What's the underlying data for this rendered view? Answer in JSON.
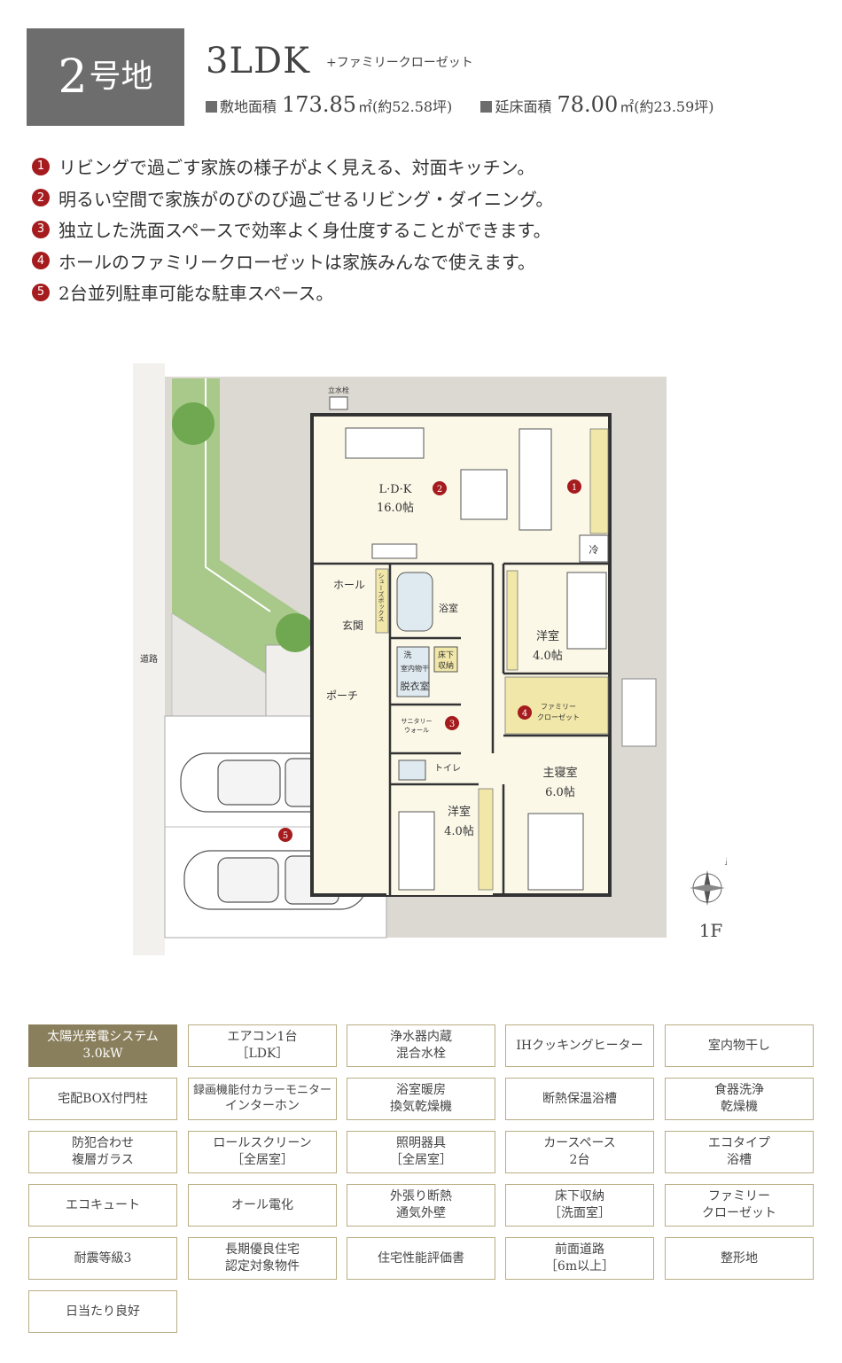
{
  "header": {
    "lot_number": "2",
    "lot_suffix": "号地",
    "layout_type": "3LDK",
    "layout_extra": "+ファミリークローゼット",
    "site_area_label": "敷地面積",
    "site_area_value": "173.85",
    "site_area_unit": "㎡(約52.58坪)",
    "floor_area_label": "延床面積",
    "floor_area_value": "78.00",
    "floor_area_unit": "㎡(約23.59坪)"
  },
  "features": [
    {
      "num": "1",
      "text": "リビングで過ごす家族の様子がよく見える、対面キッチン。"
    },
    {
      "num": "2",
      "text": "明るい空間で家族がのびのび過ごせるリビング・ダイニング。"
    },
    {
      "num": "3",
      "text": "独立した洗面スペースで効率よく身仕度することができます。"
    },
    {
      "num": "4",
      "text": "ホールのファミリークローゼットは家族みんなで使えます。"
    },
    {
      "num": "5",
      "text": "2台並列駐車可能な駐車スペース。"
    }
  ],
  "floor_plan": {
    "road": "道路",
    "faucet": "立水栓",
    "ldk_name": "L·D·K",
    "ldk_size": "16.0帖",
    "fridge": "冷",
    "hall": "ホール",
    "shoe_box": "シューズボックス",
    "entrance": "玄関",
    "porch": "ポーチ",
    "bath": "浴室",
    "wash_1": "洗",
    "wash_2": "室内物干",
    "underfloor_1": "床下",
    "underfloor_2": "収納",
    "dressing": "脱衣室",
    "sanitary_1": "サニタリー",
    "sanitary_2": "ウォール",
    "toilet": "トイレ",
    "room_a_name": "洋室",
    "room_a_size": "4.0帖",
    "closet_1": "ファミリー",
    "closet_2": "クローゼット",
    "master_name": "主寝室",
    "master_size": "6.0帖",
    "room_b_name": "洋室",
    "room_b_size": "4.0帖",
    "compass_n": "N",
    "floor_label": "1F",
    "markers": [
      "1",
      "2",
      "3",
      "4",
      "5"
    ]
  },
  "equipment": [
    {
      "l1": "太陽光発電システム",
      "l2": "3.0kW",
      "highlight": true
    },
    {
      "l1": "エアコン1台",
      "l2": "［LDK］"
    },
    {
      "l1": "浄水器内蔵",
      "l2": "混合水栓"
    },
    {
      "l1": "IHクッキングヒーター",
      "l2": ""
    },
    {
      "l1": "室内物干し",
      "l2": ""
    },
    {
      "l1": "宅配BOX付門柱",
      "l2": ""
    },
    {
      "l1": "録画機能付カラーモニター",
      "l2": "インターホン"
    },
    {
      "l1": "浴室暖房",
      "l2": "換気乾燥機"
    },
    {
      "l1": "断熱保温浴槽",
      "l2": ""
    },
    {
      "l1": "食器洗浄",
      "l2": "乾燥機"
    },
    {
      "l1": "防犯合わせ",
      "l2": "複層ガラス"
    },
    {
      "l1": "ロールスクリーン",
      "l2": "［全居室］"
    },
    {
      "l1": "照明器具",
      "l2": "［全居室］"
    },
    {
      "l1": "カースペース",
      "l2": "2台"
    },
    {
      "l1": "エコタイプ",
      "l2": "浴槽"
    },
    {
      "l1": "エコキュート",
      "l2": ""
    },
    {
      "l1": "オール電化",
      "l2": ""
    },
    {
      "l1": "外張り断熱",
      "l2": "通気外壁"
    },
    {
      "l1": "床下収納",
      "l2": "［洗面室］"
    },
    {
      "l1": "ファミリー",
      "l2": "クローゼット"
    },
    {
      "l1": "耐震等級3",
      "l2": ""
    },
    {
      "l1": "長期優良住宅",
      "l2": "認定対象物件"
    },
    {
      "l1": "住宅性能評価書",
      "l2": ""
    },
    {
      "l1": "前面道路",
      "l2": "［6m以上］"
    },
    {
      "l1": "整形地",
      "l2": ""
    },
    {
      "l1": "日当たり良好",
      "l2": ""
    }
  ],
  "colors": {
    "accent_red": "#a51b1e",
    "badge_gray": "#6d6d6d",
    "tile_border": "#b8ad84",
    "tile_highlight": "#8a7f5c",
    "site_beige": "#dcd8d2",
    "garden_green": "#a8c98a",
    "room_cream": "#fbf8e8"
  }
}
